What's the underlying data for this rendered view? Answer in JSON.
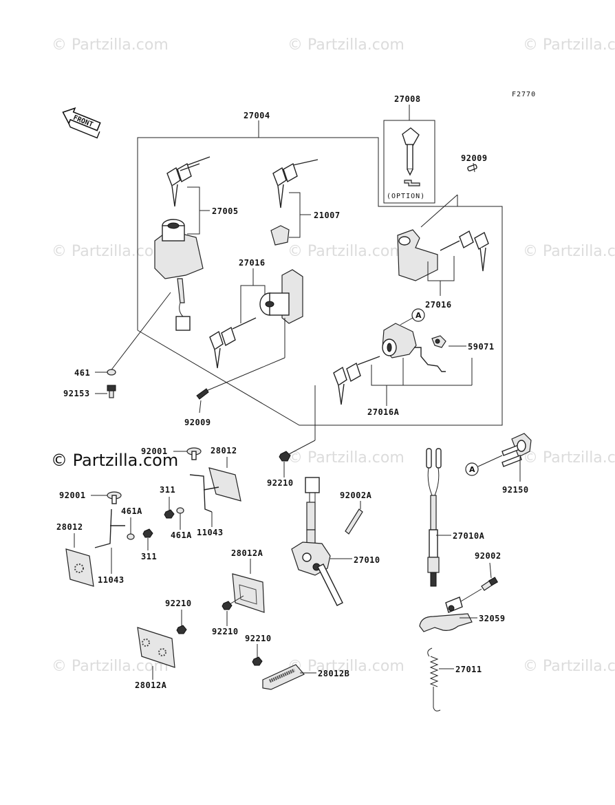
{
  "figure_ref": "F2770",
  "front_label": "FRONT",
  "option_label": "(OPTION)",
  "callout_letter": "A",
  "watermark_text": "© Partzilla.com",
  "watermark_main": "© Partzilla.com",
  "labels": {
    "p27004": "27004",
    "p27008": "27008",
    "p92009a": "92009",
    "p27005": "27005",
    "p21007": "21007",
    "p27016a": "27016",
    "p27016b": "27016",
    "p59071": "59071",
    "p27016A": "27016A",
    "p461": "461",
    "p92153": "92153",
    "p92009b": "92009",
    "p92001a": "92001",
    "p28012a": "28012",
    "p311a": "311",
    "p461Aa": "461A",
    "p11043a": "11043",
    "p92001b": "92001",
    "p461Ab": "461A",
    "p28012b": "28012",
    "p311b": "311",
    "p11043b": "11043",
    "p92210a": "92210",
    "p92002A": "92002A",
    "p27010": "27010",
    "p28012Aa": "28012A",
    "p92210b": "92210",
    "p92210c": "92210",
    "p92210d": "92210",
    "p28012Ab": "28012A",
    "p28012B": "28012B",
    "p92150": "92150",
    "p27010A": "27010A",
    "p92002": "92002",
    "p32059": "32059",
    "p27011": "27011"
  }
}
